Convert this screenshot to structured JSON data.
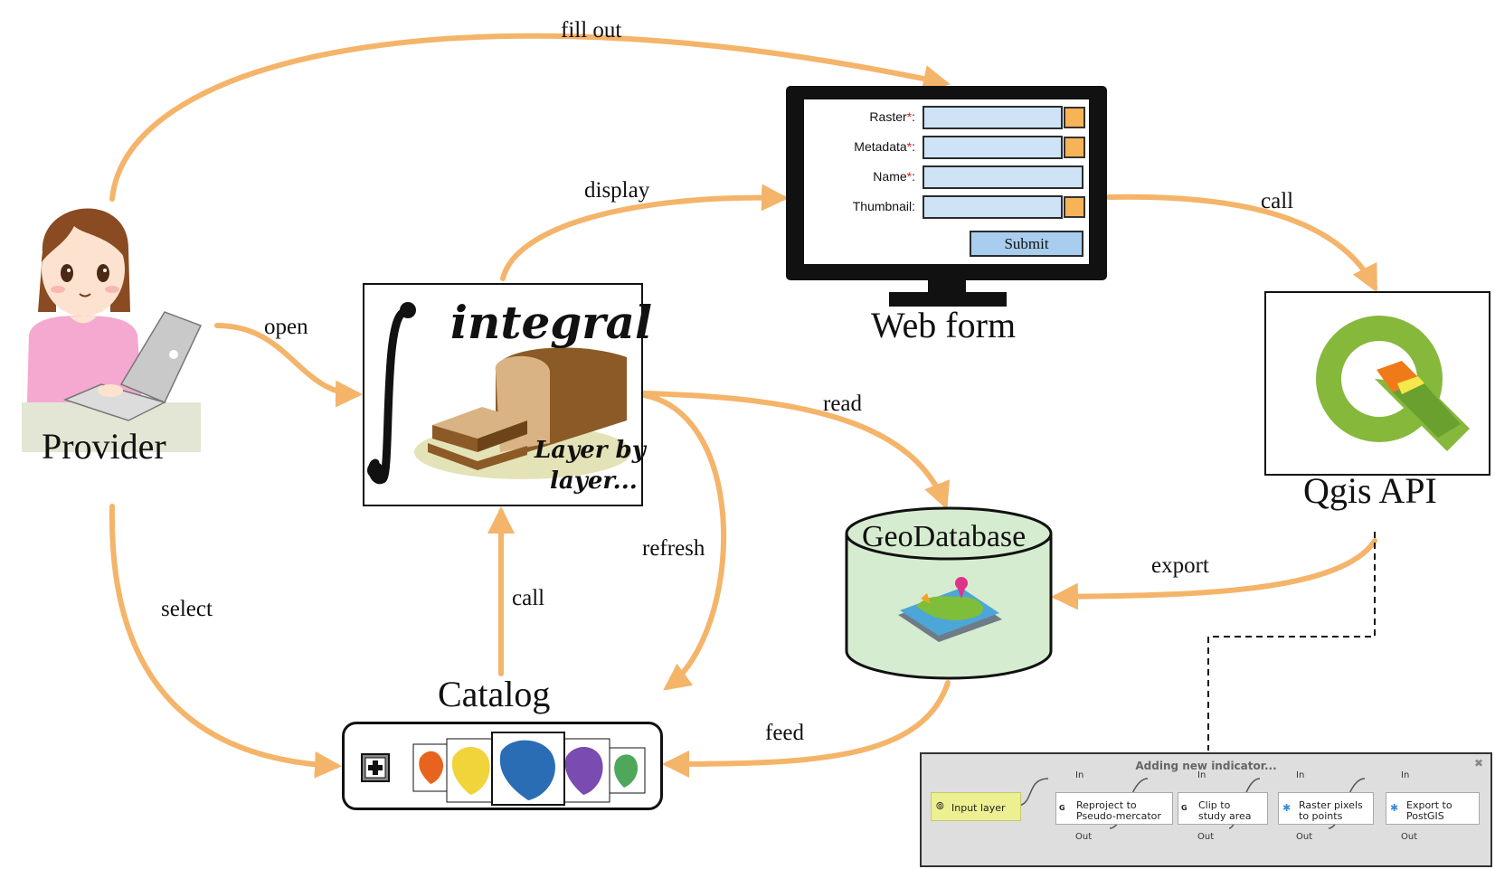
{
  "colors": {
    "arrow": "#f4b46a",
    "screen_field": "#cfe3f7",
    "submit_button": "#a8cdef",
    "database": "#d6ecd0",
    "model_input": "#ecf090"
  },
  "edges": {
    "fill_out": "fill out",
    "display": "display",
    "call_webform": "call",
    "open": "open",
    "read": "read",
    "refresh": "refresh",
    "select": "select",
    "call_catalog": "call",
    "export": "export",
    "feed": "feed"
  },
  "nodes": {
    "provider": "Provider",
    "web_form": "Web form",
    "qgis_api": "Qgis API",
    "geodatabase": "GeoDatabase",
    "catalog": "Catalog"
  },
  "web_form": {
    "fields": [
      {
        "label": "Raster",
        "required": "*",
        "colon": ":",
        "has_browse": true
      },
      {
        "label": "Metadata",
        "required": "*",
        "colon": ":",
        "has_browse": true
      },
      {
        "label": "Name",
        "required": "*",
        "colon": ":",
        "has_browse": false
      },
      {
        "label": "Thumbnail",
        "required": "",
        "colon": ":",
        "has_browse": true
      }
    ],
    "submit": "Submit"
  },
  "integral_logo": {
    "title": "integral",
    "tagline_1": "Layer by",
    "tagline_2": "layer..."
  },
  "catalog": {
    "thumbnail_colors": [
      "#e8641e",
      "#f0d43a",
      "#2a6db5",
      "#7a4bb0",
      "#4fa85a"
    ],
    "add_icon": "plus-square-icon"
  },
  "model_panel": {
    "title": "Adding new indicator...",
    "input_node": "Input layer",
    "steps": [
      {
        "line1": "Reproject to",
        "line2": "Pseudo-mercator",
        "in": "In",
        "out": "Out",
        "icon": "gdal-icon"
      },
      {
        "line1": "Clip to",
        "line2": "study area",
        "in": "In",
        "out": "Out",
        "icon": "gdal-icon"
      },
      {
        "line1": "Raster pixels",
        "line2": "to points",
        "in": "In",
        "out": "Out",
        "icon": "gear-icon"
      },
      {
        "line1": "Export to",
        "line2": "PostGIS",
        "in": "In",
        "out": "Out",
        "icon": "gear-icon"
      }
    ]
  }
}
